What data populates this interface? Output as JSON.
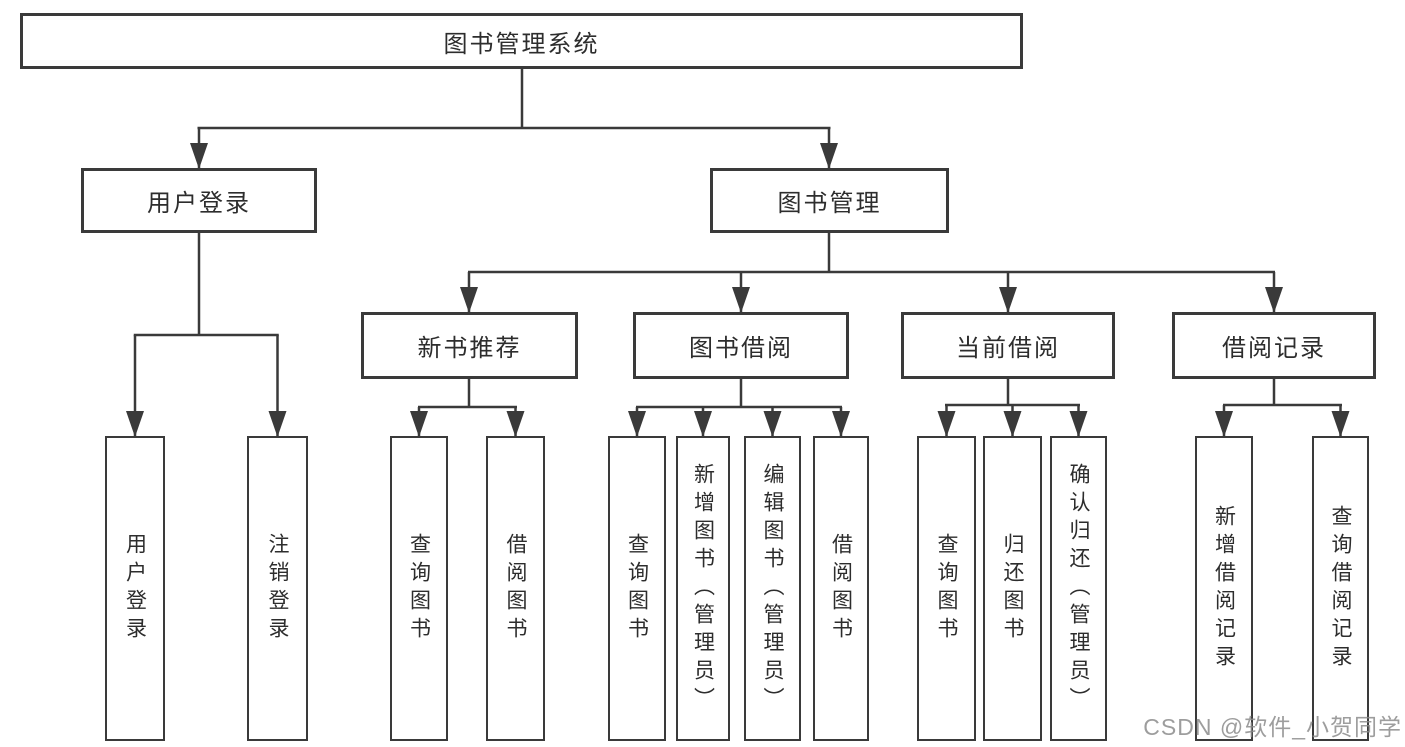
{
  "title": "图书管理系统",
  "level2": {
    "user_login": "用户登录",
    "book_mgmt": "图书管理"
  },
  "level3": {
    "new_book_rec": "新书推荐",
    "book_borrow": "图书借阅",
    "current_borrow": "当前借阅",
    "borrow_record": "借阅记录"
  },
  "leaves": {
    "user_login_login": "用户登录",
    "user_login_logout": "注销登录",
    "nbr_query": "查询图书",
    "nbr_borrow": "借阅图书",
    "bb_query": "查询图书",
    "bb_add": "新增图书（管理员）",
    "bb_edit": "编辑图书（管理员）",
    "bb_borrow": "借阅图书",
    "cb_query": "查询图书",
    "cb_return": "归还图书",
    "cb_confirm": "确认归还（管理员）",
    "br_add": "新增借阅记录",
    "br_query": "查询借阅记录"
  },
  "colors": {
    "line": "#3a3a3a",
    "text": "#2d2d2d",
    "watermark": "#8c8c8c"
  },
  "watermark": "CSDN @软件_小贺同学"
}
